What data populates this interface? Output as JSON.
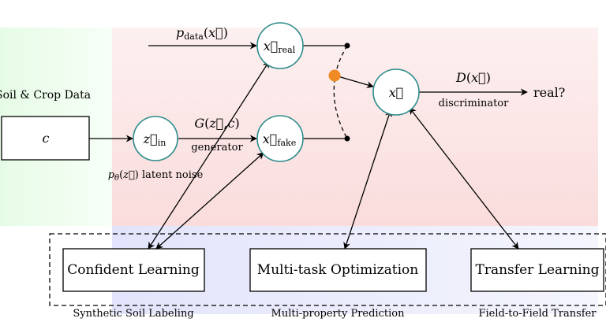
{
  "header": {
    "p_data": "p_data(x⃗)",
    "soil_crop": "Soil & Crop Data"
  },
  "nodes": {
    "c": "c",
    "z_in": "z⃗_in",
    "x_real": "x⃗_real",
    "x_fake": "x⃗_fake",
    "x": "x⃗"
  },
  "edges": {
    "generator_fn": "G(z⃗,c)",
    "generator": "generator",
    "latent_noise": "p_θ(z⃗) latent noise",
    "discriminator_fn": "D(x⃗)",
    "discriminator": "discriminator",
    "real_q": "real?"
  },
  "modules": [
    {
      "title": "Confident Learning",
      "caption": "Synthetic Soil Labeling"
    },
    {
      "title": "Multi-task Optimization",
      "caption": "Multi-property Prediction"
    },
    {
      "title": "Transfer Learning",
      "caption": "Field-to-Field Transfer"
    }
  ],
  "colors": {
    "green_region": "#e9fbe9",
    "red_region": "#fbe3e3",
    "blue_region": "#e4e6fb",
    "node_stroke": "#2e8b8b",
    "switch": "#f08a24"
  }
}
